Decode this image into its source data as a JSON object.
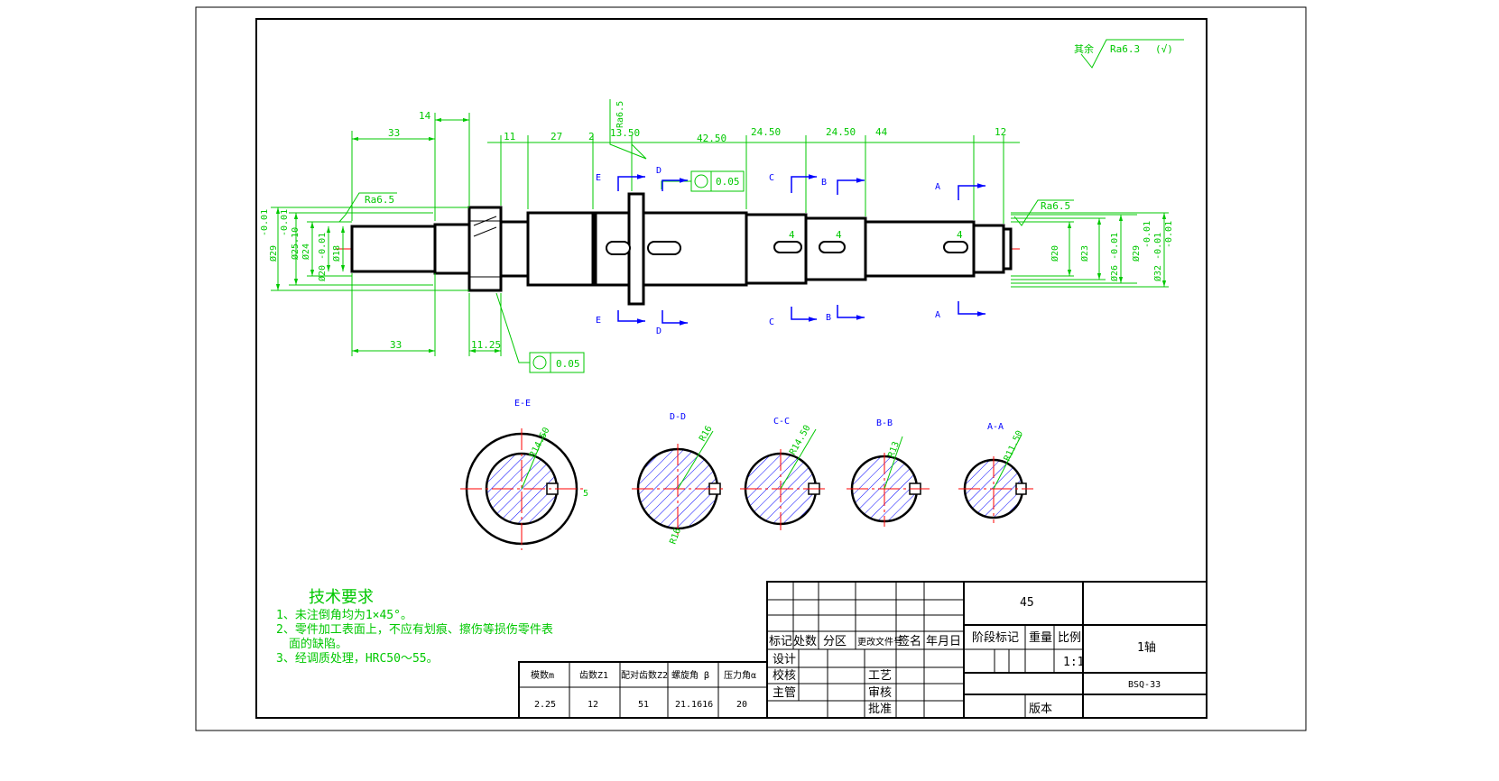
{
  "roughness": {
    "general": "其余",
    "general_value": "Ra6.3",
    "general_suffix": "(√)",
    "left_journal": "Ra6.5",
    "right_journal": "Ra6.5",
    "top_shoulder": "Ra6.5"
  },
  "tolerance": {
    "runout_top": "0.05",
    "runout_bottom": "0.05"
  },
  "dims_top": {
    "d14": "14",
    "d33": "33",
    "d11": "11",
    "d27": "27",
    "d2": "2",
    "d13_50": "13.50",
    "d42_50": "42.50",
    "d24_50a": "24.50",
    "d24_50b": "24.50",
    "d44": "44",
    "d12": "12"
  },
  "dims_bottom": {
    "d33": "33",
    "d11_25": "11.25"
  },
  "dims_left": {
    "tol_upper": "-0.01",
    "tol_lower": "-0.01",
    "d29": "Ø29",
    "d25_10": "Ø25.10",
    "d24": "Ø24",
    "d20": "Ø20 -0.01",
    "d18": "Ø18"
  },
  "dims_right": {
    "d20": "Ø20",
    "d23": "Ø23",
    "d26": "Ø26 -0.01",
    "d29": "Ø29",
    "d32": "Ø32 -0.01",
    "tol1": "-0.01",
    "tol2": "-0.01"
  },
  "keyway_widths": [
    "4",
    "4",
    "4"
  ],
  "section_marks": {
    "A": "A",
    "B": "B",
    "C": "C",
    "D": "D",
    "E": "E"
  },
  "sections": [
    {
      "label": "E-E",
      "radius_note": "R14.50"
    },
    {
      "label": "D-D",
      "radius_note": "R16",
      "radius_note2": "R16"
    },
    {
      "label": "C-C",
      "radius_note": "R14.50"
    },
    {
      "label": "B-B",
      "radius_note": "R13"
    },
    {
      "label": "A-A",
      "radius_note": "R11.50"
    }
  ],
  "section_key_dim": "5",
  "requirements": {
    "title": "技术要求",
    "line1": "1、未注倒角均为1×45°。",
    "line2a": "2、零件加工表面上，不应有划痕、擦伤等损伤零件表",
    "line2b": "面的缺陷。",
    "line3": "3、经调质处理，HRC50～55。"
  },
  "gear_table": {
    "headers": [
      "模数m",
      "齿数Z1",
      "配对齿数Z2",
      "螺旋角 β",
      "压力角α"
    ],
    "values": [
      "2.25",
      "12",
      "51",
      "21.1616",
      "20"
    ]
  },
  "title_block": {
    "material": "45",
    "mark": "标记",
    "count": "处数",
    "zone": "分区",
    "doc_no": "更改文件号",
    "signature": "签名",
    "date": "年月日",
    "stage_mark": "阶段标记",
    "weight": "重量",
    "scale": "比例",
    "scale_value": "1:1",
    "design": "设计",
    "check": "校核",
    "supervisor": "主管",
    "process": "工艺",
    "review": "审核",
    "approve": "批准",
    "part_name": "1轴",
    "drawing_no": "BSQ-33",
    "version": "版本"
  }
}
